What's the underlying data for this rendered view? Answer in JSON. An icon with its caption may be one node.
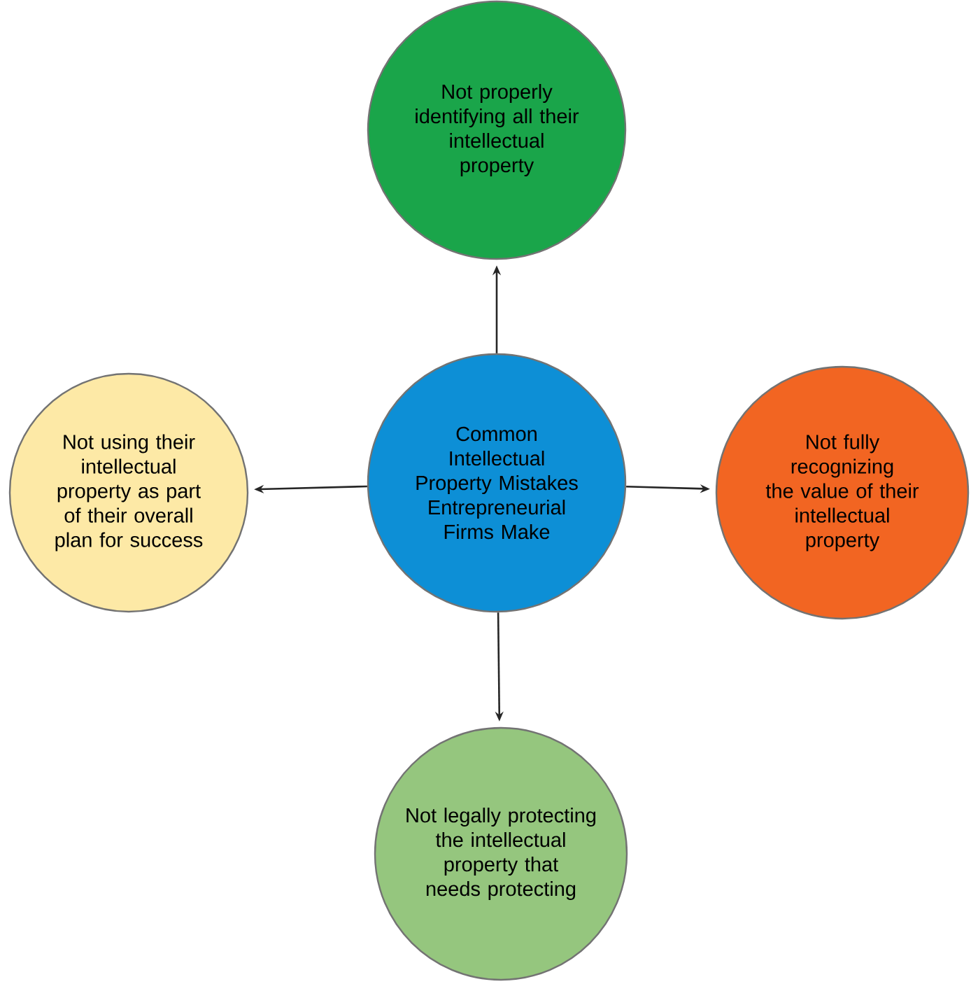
{
  "diagram": {
    "nodes": [
      {
        "text": [
          "Common Intellectual Property Mistakes Entrepreneurial Firms Make"
        ]
      },
      {
        "text": [
          "Not properly identifying all their intellectual property"
        ]
      },
      {
        "text": [
          "Not using their intellectual property as part of their overall plan for success"
        ]
      },
      {
        "text": [
          "Not fully recognizing the value of their intellectual property"
        ]
      },
      {
        "text": [
          "Not legally protecting the intellectual property that needs protecting"
        ]
      }
    ],
    "edges": [
      {
        "from": 0,
        "to": 1,
        "arrow": "to"
      },
      {
        "from": 0,
        "to": 2,
        "arrow": "to"
      },
      {
        "from": 0,
        "to": 3,
        "arrow": "to"
      },
      {
        "from": 0,
        "to": 4,
        "arrow": "to"
      }
    ]
  }
}
